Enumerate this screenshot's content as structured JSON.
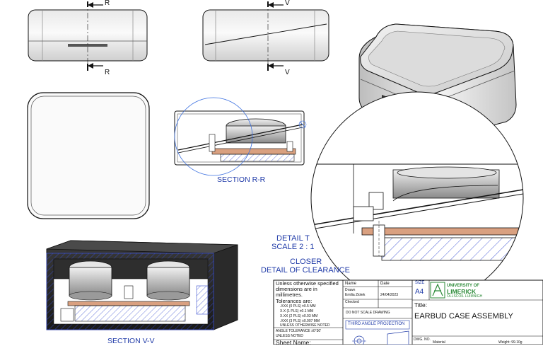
{
  "section_marks": {
    "r": "R",
    "v": "V"
  },
  "views": {
    "section_rr": "SECTION R-R",
    "section_vv": "SECTION V-V",
    "detail_t": "DETAIL T",
    "detail_scale": "SCALE 2 : 1",
    "closer_1": "CLOSER",
    "closer_2": "DETAIL OF CLEARANCE"
  },
  "title_block": {
    "unless_1": "Unless otherwise specified",
    "unless_2": "dimensions are in",
    "unless_3": "millimetres.",
    "tol_title": "Tolerances are:",
    "tol_1": ".XXX (0 PLS) ±0.5 MM",
    "tol_2": "X.X (1 PLS) ±0.1 MM",
    "tol_3": "X.XX (2 PLS) ±0.03 MM",
    "tol_4": ".XXX (3 PLS) ±0.007 MM",
    "tol_5": "UNLESS OTHERWISE NOTED",
    "angle_1": "ANGLE TOLERANCE ±0°30'",
    "angle_2": "UNLESS NOTED",
    "sheet_name": "Sheet Name:",
    "col_name": "Name",
    "col_date": "Date",
    "drawn_label": "Drawn",
    "drawn_name": "Emilia Ziolek",
    "drawn_date": "24/04/2023",
    "checked_label": "Checked",
    "do_not_scale": "DO NOT SCALE DRAWING",
    "projection": "THIRD ANGLE PROJECTION",
    "size_label": "SIZE",
    "size_value": "A4",
    "logo_line1": "UNIVERSITY OF",
    "logo_line2": "LIMERICK",
    "logo_line3": "OLLSCOIL LUIMNIGH",
    "title_label": "Title:",
    "title_value": "EARBUD CASE ASSEMBLY",
    "dwg_no": "DWG. NO.",
    "material": "Material",
    "weight": "Weight: 99.10g"
  },
  "colors": {
    "line": "#111111",
    "annotation": "#1f3aa8",
    "hatch": "#3a4fd0",
    "copper": "#d9a080",
    "logo": "#2e8b3a"
  }
}
